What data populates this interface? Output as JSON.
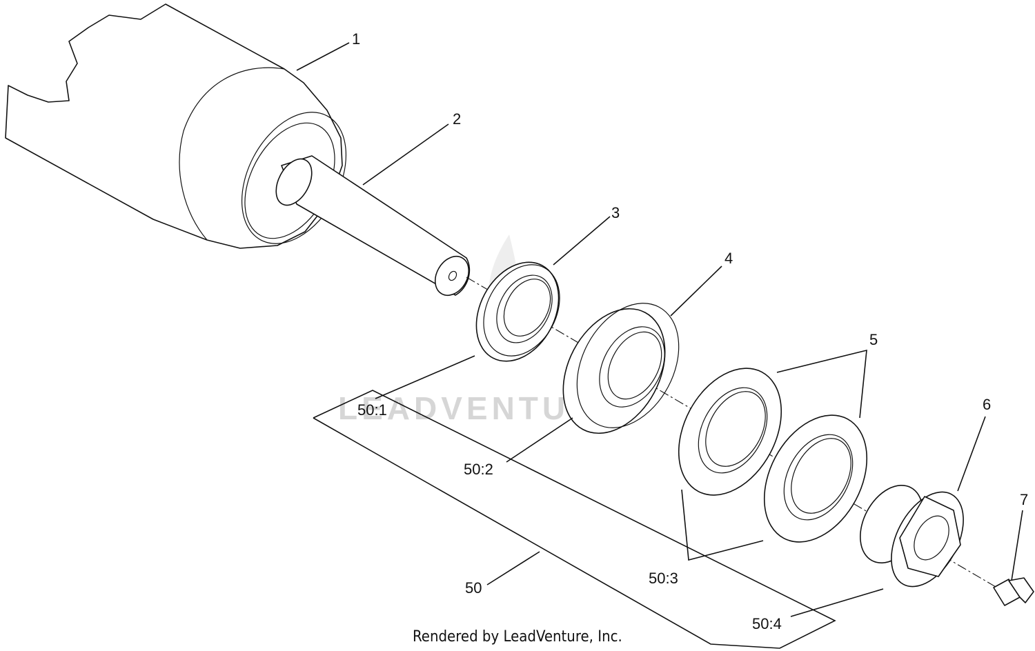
{
  "callouts": {
    "c1": "1",
    "c2": "2",
    "c3": "3",
    "c4": "4",
    "c5": "5",
    "c6": "6",
    "c7": "7",
    "c50": "50",
    "c50_1": "50:1",
    "c50_2": "50:2",
    "c50_3": "50:3",
    "c50_4": "50:4"
  },
  "watermark": "LEADVENTURE",
  "credit": "Rendered by LeadVenture, Inc."
}
